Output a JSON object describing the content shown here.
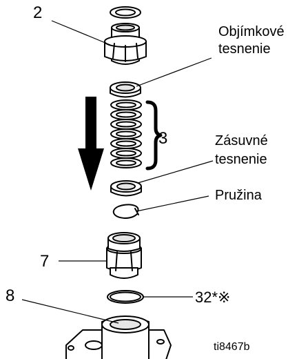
{
  "labels": {
    "part_2": "2",
    "cup_seal": [
      "Objímkové",
      "tesnenie"
    ],
    "part_3": "3",
    "slide_seal": [
      "Zásuvné",
      "tesnenie"
    ],
    "spring": "Pružina",
    "part_7": "7",
    "part_8": "8",
    "part_32": "32*※",
    "figure_id": "ti8467b"
  },
  "colors": {
    "ink": "#000000",
    "part_fill": "#ffffff",
    "shade": "#e6e6e6"
  }
}
